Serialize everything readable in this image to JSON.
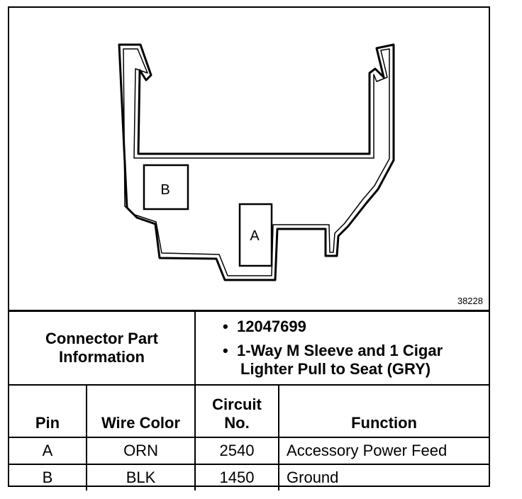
{
  "figure_number": "38228",
  "connector": {
    "pin_labels": [
      "B",
      "A"
    ]
  },
  "part_info": {
    "label": "Connector Part Information",
    "bullets": [
      "12047699",
      "1-Way M Sleeve and 1 Cigar Lighter Pull to Seat (GRY)"
    ]
  },
  "table": {
    "headers": {
      "pin": "Pin",
      "wire_color": "Wire Color",
      "circuit": "Circuit No.",
      "function": "Function"
    },
    "rows": [
      {
        "pin": "A",
        "wire_color": "ORN",
        "circuit": "2540",
        "function": "Accessory Power Feed"
      },
      {
        "pin": "B",
        "wire_color": "BLK",
        "circuit": "1450",
        "function": "Ground"
      }
    ]
  }
}
